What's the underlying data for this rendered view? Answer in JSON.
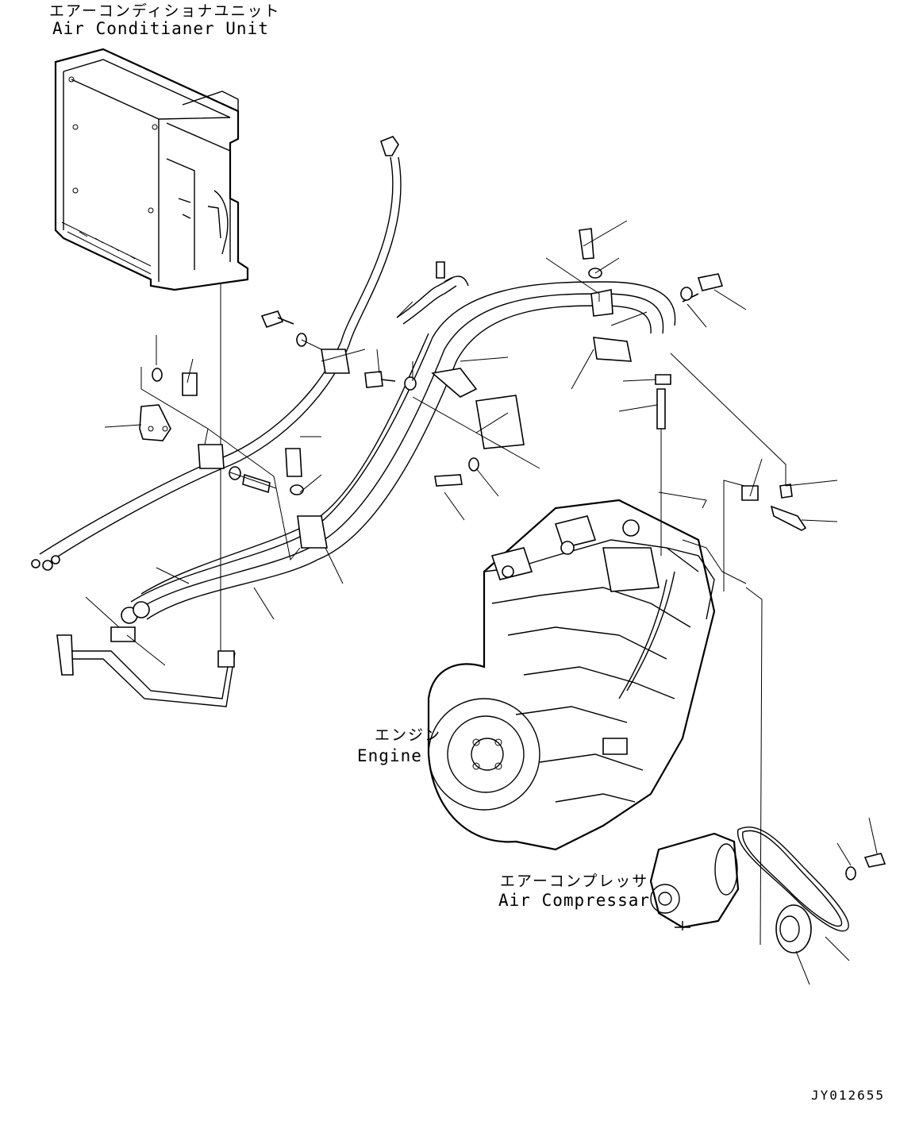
{
  "labels": {
    "ac_unit_jp": "エアーコンディショナユニット",
    "ac_unit_en": "Air Conditianer Unit",
    "engine_jp": "エンジン",
    "engine_en": "Engine",
    "compressor_jp": "エアーコンプレッサ",
    "compressor_en": "Air Compressar"
  },
  "drawing_code": "JY012655"
}
